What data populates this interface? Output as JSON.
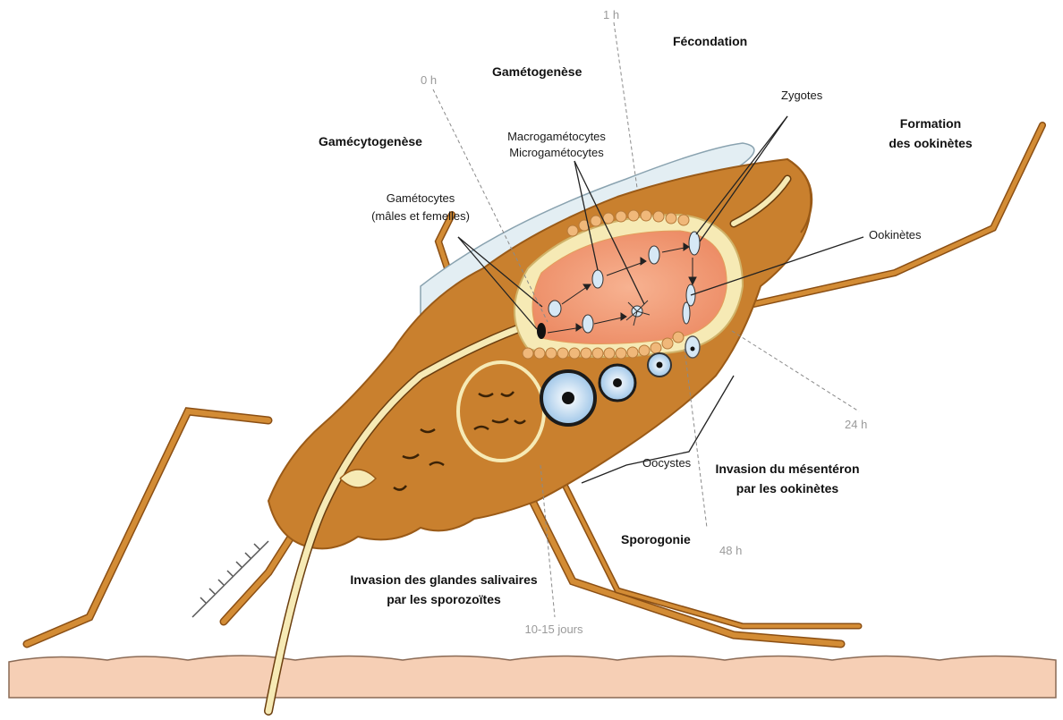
{
  "colors": {
    "body": "#c9802e",
    "body_dark": "#9a5a17",
    "channel": "#f6eab5",
    "midgut": "#f2a07a",
    "wing": "#e3eef3",
    "skin": "#f6cfb5",
    "oocyst_blue": "#bcd7ee"
  },
  "stages": {
    "gametocytogenese": "Gamécytogenèse",
    "gametogenese": "Gamétogenèse",
    "fecondation": "Fécondation",
    "formation_line1": "Formation",
    "formation_line2": "des ookinètes",
    "invasion_mesenteron_line1": "Invasion du mésentéron",
    "invasion_mesenteron_line2": "par les ookinètes",
    "sporogonie": "Sporogonie",
    "invasion_glandes_line1": "Invasion des glandes salivaires",
    "invasion_glandes_line2": "par les sporozoïtes"
  },
  "cells": {
    "gametocytes_line1": "Gamétocytes",
    "gametocytes_line2": "(mâles et femelles)",
    "macro": "Macrogamétocytes",
    "micro": "Microgamétocytes",
    "zygotes": "Zygotes",
    "ookinetes": "Ookinètes",
    "oocystes": "Oocystes"
  },
  "times": {
    "t0": "0 h",
    "t1": "1 h",
    "t24": "24 h",
    "t48": "48 h",
    "t10": "10-15 jours"
  }
}
